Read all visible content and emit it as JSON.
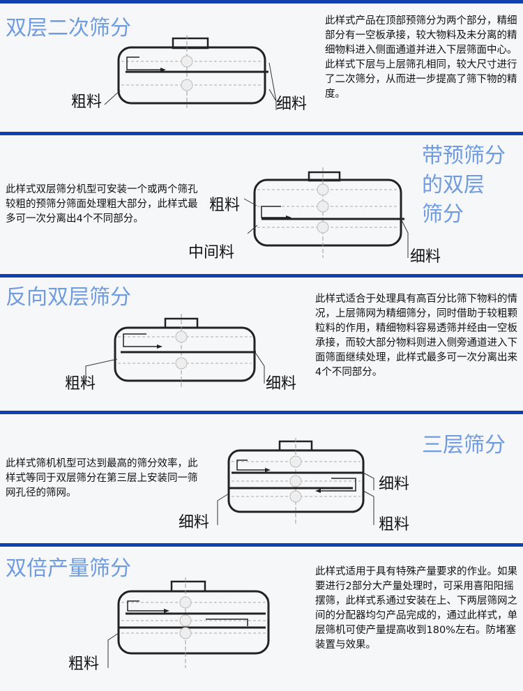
{
  "colors": {
    "bar": "#1040b0",
    "title": "#6f9be0",
    "background": "#f6f7f9"
  },
  "sections": [
    {
      "title": "双层二次筛分",
      "description": "此样式产品在顶部预筛分为两个部分，精细部分有一空板承接，较大物料及未分离的精细物料进入侧面通道并进入下层筛面中心。此样式下层与上层筛孔相同，较大尺寸进行了二次筛分，从而进一步提高了筛下物的精度。",
      "labels": [
        "粗料",
        "细料"
      ]
    },
    {
      "title_lines": [
        "带预筛分",
        "的双层",
        "筛分"
      ],
      "description": "此样式双层筛分机型可安装一个或两个筛孔较粗的预筛分筛面处理粗大部分，此样式最多可一次分离出4个不同部分。",
      "labels": [
        "粗料",
        "中间料",
        "细料"
      ]
    },
    {
      "title": "反向双层筛分",
      "description": "此样式适合于处理具有高百分比筛下物料的情况，上层筛网为精细筛分，同时借助于较粗颗粒料的作用，精细物料容易透筛并经由一空板承接，而较大部分物料则进入侧旁通道进入下面筛面继续处理，此样式最多可一次分离出来4个不同部分。",
      "labels": [
        "粗料",
        "细料"
      ]
    },
    {
      "title": "三层筛分",
      "description": "此样式筛机机型可达到最高的筛分效率，此样式等同于双层筛分在第三层上安装同一筛网孔径的筛网。",
      "labels": [
        "细料",
        "细料",
        "粗料"
      ]
    },
    {
      "title": "双倍产量筛分",
      "description": "此样式适用于具有特殊产量要求的作业。如果要进行2部分大产量处理时，可采用喜阳阳摇摆筛，此样式系通过安装在上、下两层筛网之间的分配器均匀产品完成的，通过此样式，单层筛机可使产量提高收到180%左右。防堵塞装置与效果。",
      "labels": [
        "粗料"
      ]
    }
  ]
}
